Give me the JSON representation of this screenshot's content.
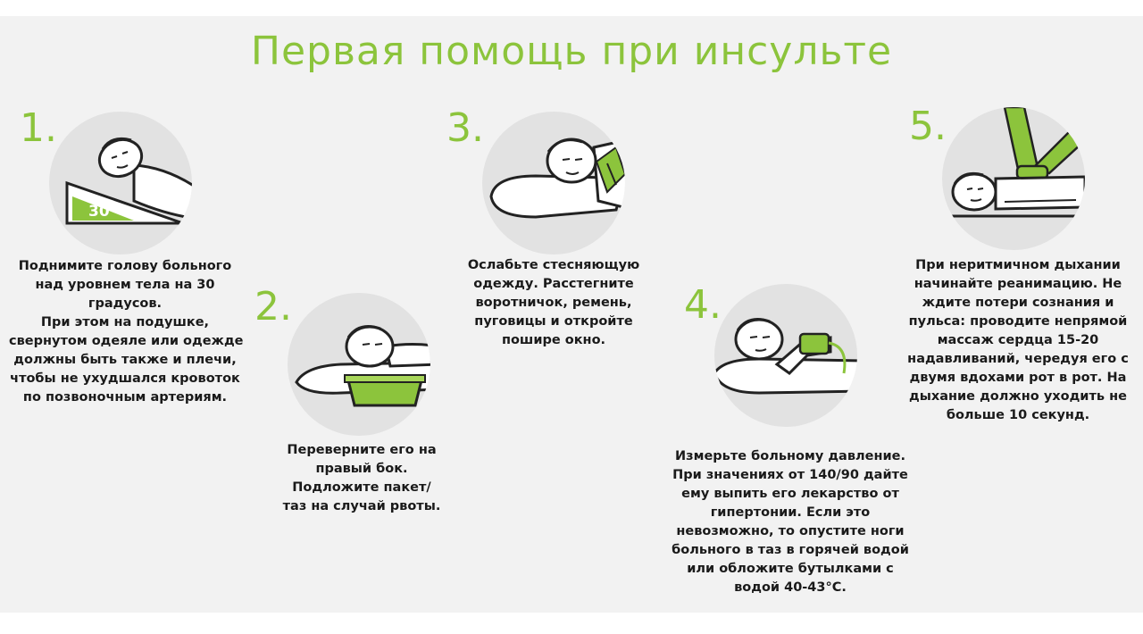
{
  "title": "Первая помощь при инсульте",
  "colors": {
    "accent": "#8cc43c",
    "text": "#1a1a1a",
    "circle": "#e2e2e2"
  },
  "steps": [
    {
      "number": "1.",
      "badge": "30°",
      "icon": "head-raised-on-wedge-icon",
      "lines": [
        "Поднимите голову больного",
        "над уровнем тела на 30",
        "градусов.",
        "При этом на подушке,",
        "свернутом одеяле или одежде",
        "должны быть также и плечи,",
        "чтобы не ухудшался кровоток",
        "по позвоночным артериям."
      ]
    },
    {
      "number": "2.",
      "icon": "patient-on-side-with-basin-icon",
      "lines": [
        "Переверните его на",
        "правый бок.",
        "Подложите пакет/",
        "таз на случай рвоты."
      ]
    },
    {
      "number": "3.",
      "icon": "loosen-collar-icon",
      "lines": [
        "Ослабьте стесняющую",
        "одежду. Расстегните",
        "воротничок, ремень,",
        "пуговицы и откройте",
        "пошире окно."
      ]
    },
    {
      "number": "4.",
      "icon": "blood-pressure-cuff-icon",
      "lines": [
        "Измерьте больному давление.",
        "При значениях от 140/90 дайте",
        "ему выпить его лекарство от",
        "гипертонии. Если это",
        "невозможно, то опустите ноги",
        "больного в таз в горячей водой",
        "или обложите бутылками с",
        "водой 40-43°С."
      ]
    },
    {
      "number": "5.",
      "icon": "cpr-compressions-icon",
      "lines": [
        "При неритмичном дыхании",
        "начинайте реанимацию. Не",
        "ждите потери сознания и",
        "пульса: проводите непрямой",
        "массаж сердца 15-20",
        "надавливаний, чередуя его с",
        "двумя вдохами рот в рот. На",
        "дыхание должно уходить не",
        "больше 10 секунд."
      ]
    }
  ]
}
